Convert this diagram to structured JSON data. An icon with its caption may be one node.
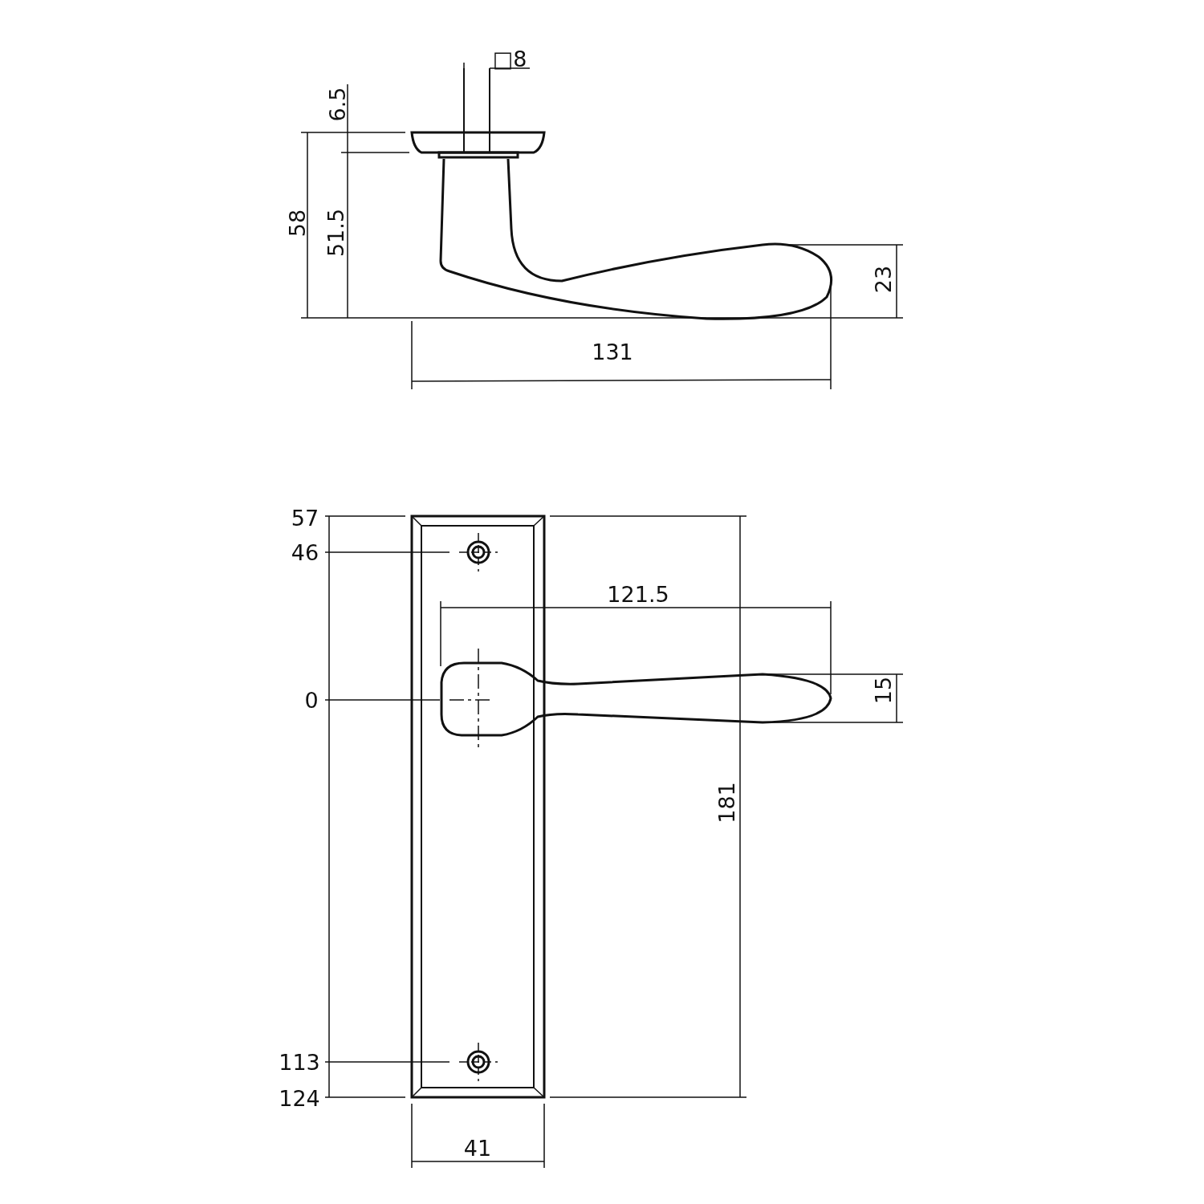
{
  "diagram": {
    "labels": [
      "□8",
      "6.5",
      "58",
      "51.5",
      "23",
      "131",
      "57",
      "46",
      "121.5",
      "0",
      "15",
      "181",
      "113",
      "124",
      "41"
    ]
  }
}
